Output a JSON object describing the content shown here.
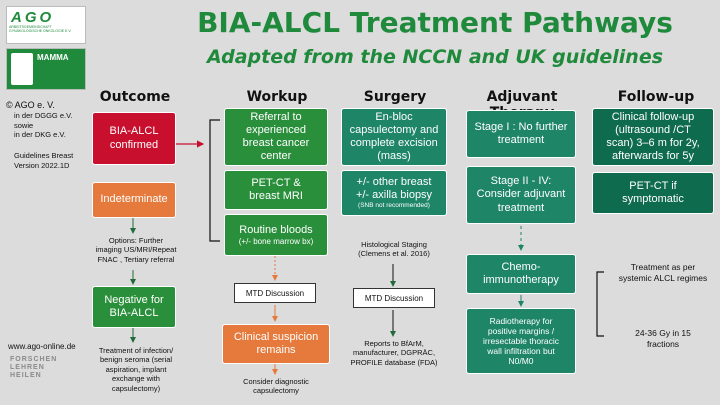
{
  "header": {
    "title": "BIA-ALCL Treatment Pathways",
    "subtitle": "Adapted from the NCCN and UK guidelines"
  },
  "logo": {
    "name": "AGO",
    "subline": "ARBEITSGEMEINSCHAFT GYNÄKOLOGISCHE ONKOLOGIE E.V.",
    "mamma": "MAMMA"
  },
  "sidebar": {
    "org": "© AGO e. V.",
    "line1": "in der DGGG e.V.",
    "line2": "sowie",
    "line3": "in der DKG e.V.",
    "guidelines": "Guidelines Breast",
    "version": "Version 2022.1D",
    "website": "www.ago-online.de",
    "motto1": "FORSCHEN",
    "motto2": "LEHREN",
    "motto3": "HEILEN"
  },
  "columns": {
    "outcome": "Outcome",
    "workup": "Workup",
    "surgery": "Surgery",
    "adjuvant": "Adjuvant Therapy",
    "followup": "Follow-up"
  },
  "outcome": {
    "confirmed_l1": "BIA-ALCL",
    "confirmed_l2": "confirmed",
    "indeterminate": "Indeterminate",
    "options_l1": "Options: Further",
    "options_l2": "imaging US/MRI/Repeat",
    "options_l3": "FNAC , Tertiary referral",
    "negative_l1": "Negative for",
    "negative_l2": "BIA-ALCL",
    "treat_l1": "Treatment of infection/",
    "treat_l2": "benign seroma (serial",
    "treat_l3": "aspiration, implant",
    "treat_l4": "exchange with",
    "treat_l5": "capsulectomy)"
  },
  "workup": {
    "referral_l1": "Referral to",
    "referral_l2": "experienced",
    "referral_l3": "breast cancer",
    "referral_l4": "center",
    "petct_l1": "PET-CT &",
    "petct_l2": "breast MRI",
    "bloods_l1": "Routine bloods",
    "bloods_l2": "(+/- bone marrow bx)",
    "mtd": "MTD Discussion",
    "suspicion_l1": "Clinical suspicion",
    "suspicion_l2": "remains",
    "consider_l1": "Consider diagnostic",
    "consider_l2": "capsulectomy"
  },
  "surgery": {
    "enbloc_l1": "En-bloc",
    "enbloc_l2": "capsulectomy and",
    "enbloc_l3": "complete excision",
    "enbloc_l4": "(mass)",
    "other_l1": "+/- other breast",
    "other_l2": "+/- axilla biopsy",
    "other_l3": "(SNB not recommended)",
    "staging_l1": "Histological Staging",
    "staging_l2": "(Clemens et al. 2016)",
    "mtd": "MTD Discussion",
    "reports_l1": "Reports to  BfArM,",
    "reports_l2": "manufacturer, DGPRÄC,",
    "reports_l3": "PROFILE database (FDA)"
  },
  "adjuvant": {
    "stage1_l1": "Stage I : No further",
    "stage1_l2": "treatment",
    "stage2_l1": "Stage II - IV:",
    "stage2_l2": "Consider adjuvant",
    "stage2_l3": "treatment",
    "chemo_l1": "Chemo-",
    "chemo_l2": "immunotherapy",
    "radio_l1": "Radiotherapy for",
    "radio_l2": "positive margins /",
    "radio_l3": "irresectable  thoracic",
    "radio_l4": "wall infiltration but",
    "radio_l5": "N0/M0"
  },
  "followup": {
    "clinical_l1": "Clinical follow-up",
    "clinical_l2": "(ultrasound /CT",
    "clinical_l3": "scan) 3–6 m for 2y,",
    "clinical_l4": "afterwards for 5y",
    "petct_l1": "PET-CT if",
    "petct_l2": "symptomatic",
    "treat_l1": "Treatment as per",
    "treat_l2": "systemic ALCL regimes",
    "gy_l1": "24-36 Gy in 15",
    "gy_l2": "fractions"
  }
}
